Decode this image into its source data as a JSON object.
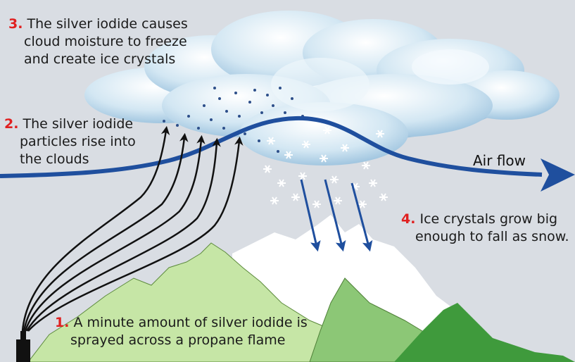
{
  "steps": [
    {
      "num": "1.",
      "lines": [
        "A minute amount of silver iodide is",
        "sprayed across a propane flame"
      ]
    },
    {
      "num": "2.",
      "lines": [
        "The silver iodide",
        "particles rise into",
        "the clouds"
      ]
    },
    {
      "num": "3.",
      "lines": [
        "The silver iodide causes",
        "cloud moisture to freeze",
        "and create ice crystals"
      ]
    },
    {
      "num": "4.",
      "lines": [
        "Ice crystals grow big",
        "enough to fall as snow."
      ]
    }
  ],
  "airflow_label": "Air flow",
  "colors": {
    "sky": "#d9dde3",
    "cloud": "#cfe4f1",
    "cloud_shadow": "#8fb7d4",
    "airflow": "#1f4f9e",
    "step_number": "#e02020",
    "snow": "#ffffff",
    "mountain_light": "#c6e6a6",
    "mountain_mid": "#8cc776",
    "mountain_dark": "#3f9a3c"
  }
}
